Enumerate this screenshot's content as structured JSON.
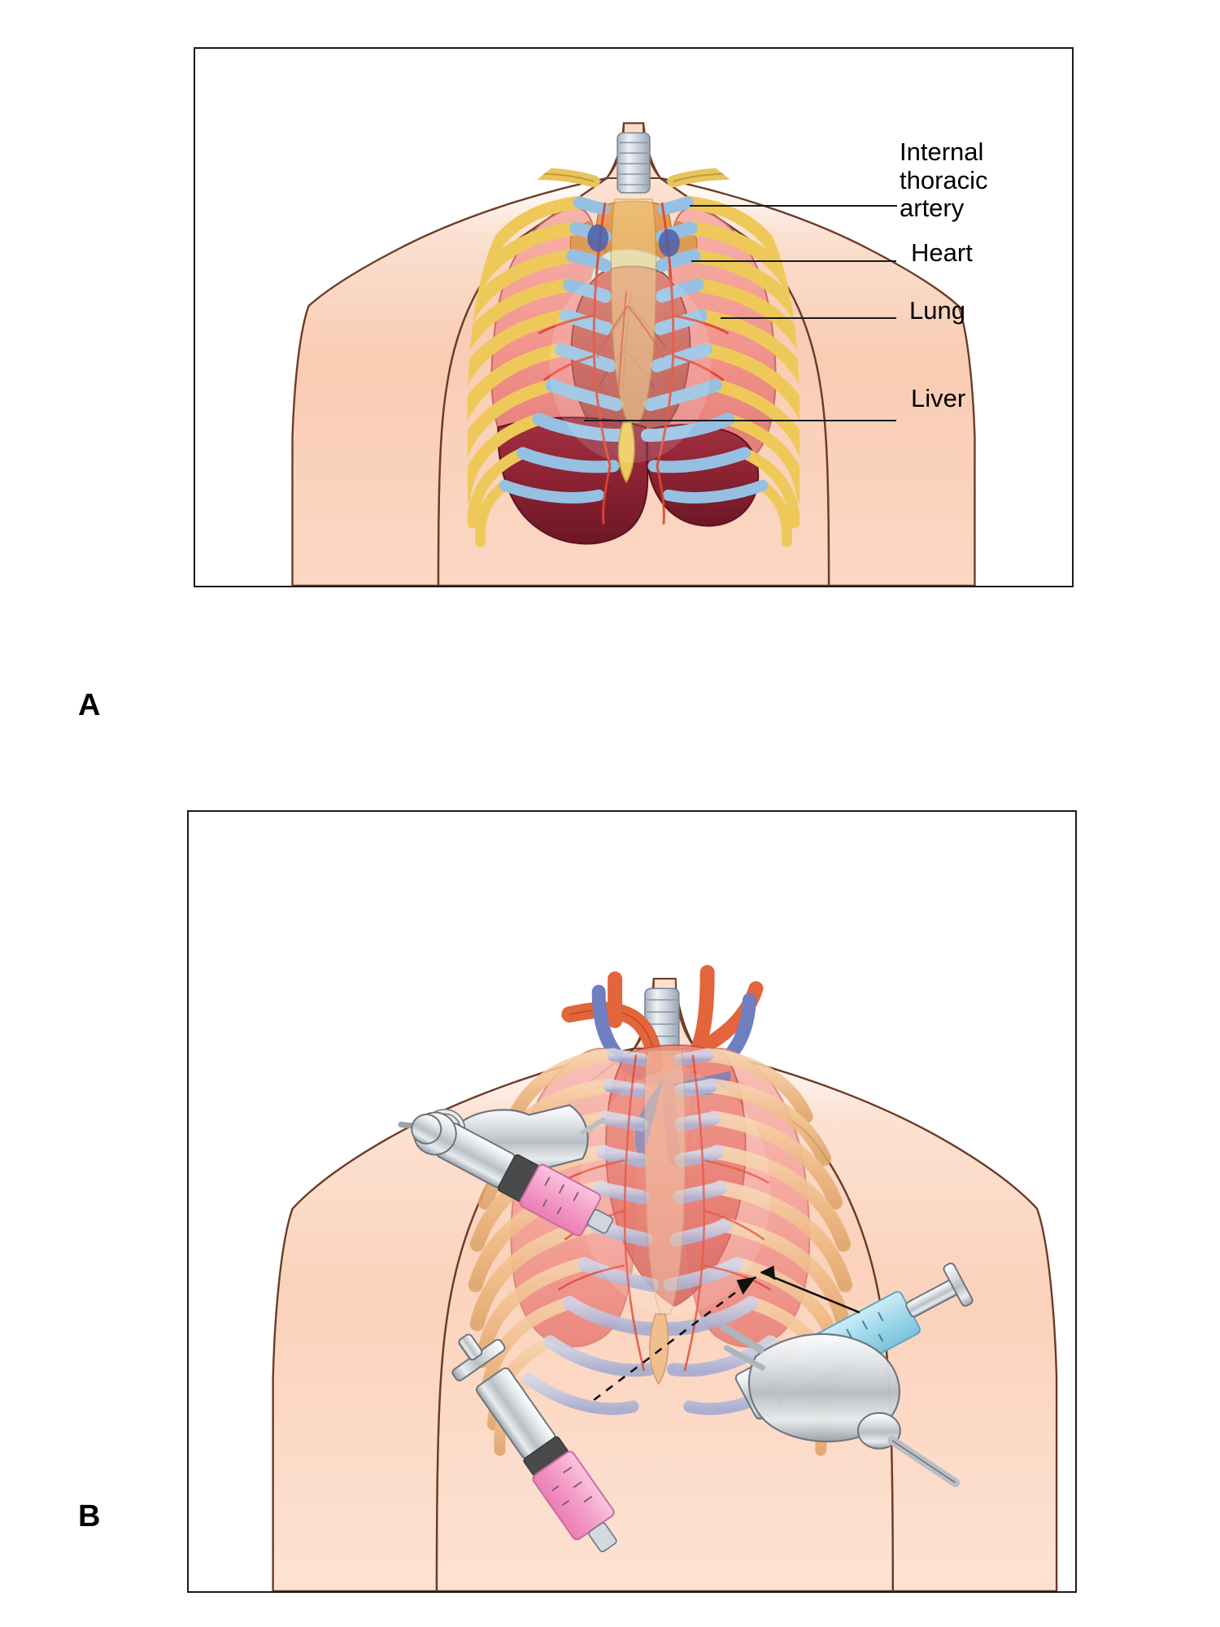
{
  "figure": {
    "type": "medical-anatomical-illustration",
    "description": "Two-panel anterior chest wall illustration showing thoracic anatomy and a subxiphoid/intercostal needle access procedure",
    "background_color": "#ffffff",
    "frame_color": "#1a1a1a"
  },
  "panels": [
    {
      "id": "A",
      "letter": "A",
      "caption_position": "bottom-left-outside",
      "content": "Anterior chest wall with ribs, costal cartilage, lungs, heart, great vessels, trachea and liver, with leader-line labels",
      "labels": [
        {
          "id": "internal-thoracic-artery",
          "text": "Internal\nthoracic\nartery",
          "leader": true
        },
        {
          "id": "heart",
          "text": "Heart",
          "leader": true
        },
        {
          "id": "lung",
          "text": "Lung",
          "leader": true
        },
        {
          "id": "liver",
          "text": "Liver",
          "leader": true
        }
      ],
      "structures": [
        {
          "name": "skin-torso",
          "color": "#f8cdb4"
        },
        {
          "name": "rib-bone",
          "color": "#efc75e"
        },
        {
          "name": "costal-cartilage",
          "color": "#9cc4e4"
        },
        {
          "name": "lung",
          "color": "#f29a93"
        },
        {
          "name": "heart",
          "color": "#c8504b"
        },
        {
          "name": "liver",
          "color": "#8e2533"
        },
        {
          "name": "trachea",
          "color": "#c7ced8"
        },
        {
          "name": "mediastinum",
          "color": "#e08a4a"
        },
        {
          "name": "thymus",
          "color": "#d8e6d2"
        },
        {
          "name": "internal-thoracic-artery",
          "color": "#e2442e"
        },
        {
          "name": "clavicle",
          "color": "#e8c45c"
        },
        {
          "name": "xiphoid-process",
          "color": "#efc75e"
        }
      ]
    },
    {
      "id": "B",
      "letter": "B",
      "caption_position": "bottom-left-outside",
      "content": "Same chest with translucent overlay showing two syringes and an introducer/trocar assembly plus a dashed needle-trajectory arrow aimed at the pericardium",
      "labels": [],
      "structures": [
        {
          "name": "skin-torso",
          "color": "#f8cdb4"
        },
        {
          "name": "rib-bone",
          "color": "#f0bb86"
        },
        {
          "name": "costal-cartilage",
          "color": "#b9c0de"
        },
        {
          "name": "lung",
          "color": "#f4a79f"
        },
        {
          "name": "heart",
          "color": "#e8736a"
        },
        {
          "name": "superior-vena-cava",
          "color": "#6f7fc0"
        },
        {
          "name": "aorta",
          "color": "#e2653c"
        },
        {
          "name": "trachea",
          "color": "#c7ced8"
        },
        {
          "name": "pulmonary-artery",
          "color": "#6f7fc0"
        }
      ],
      "instruments": [
        {
          "id": "syringe-pink-upper",
          "barrel_fluid_color": "#f4a0c8",
          "body_color": "#dfe3e6",
          "orientation": "upper-left-to-lower-right"
        },
        {
          "id": "syringe-pink-lower",
          "barrel_fluid_color": "#f4a0c8",
          "body_color": "#e6e9ec",
          "orientation": "lower-left-to-upper-right"
        },
        {
          "id": "syringe-blue-right",
          "barrel_fluid_color": "#9ed7ea",
          "body_color": "#dfe3e6",
          "orientation": "lower-right-to-upper-left"
        },
        {
          "id": "introducer-clamp-upper",
          "body_color": "#d8dbde"
        },
        {
          "id": "introducer-clamp-right",
          "body_color": "#d3d7da"
        },
        {
          "id": "trajectory-arrow",
          "style": "dashed",
          "color": "#111111",
          "arrowheads": 2
        }
      ]
    }
  ]
}
